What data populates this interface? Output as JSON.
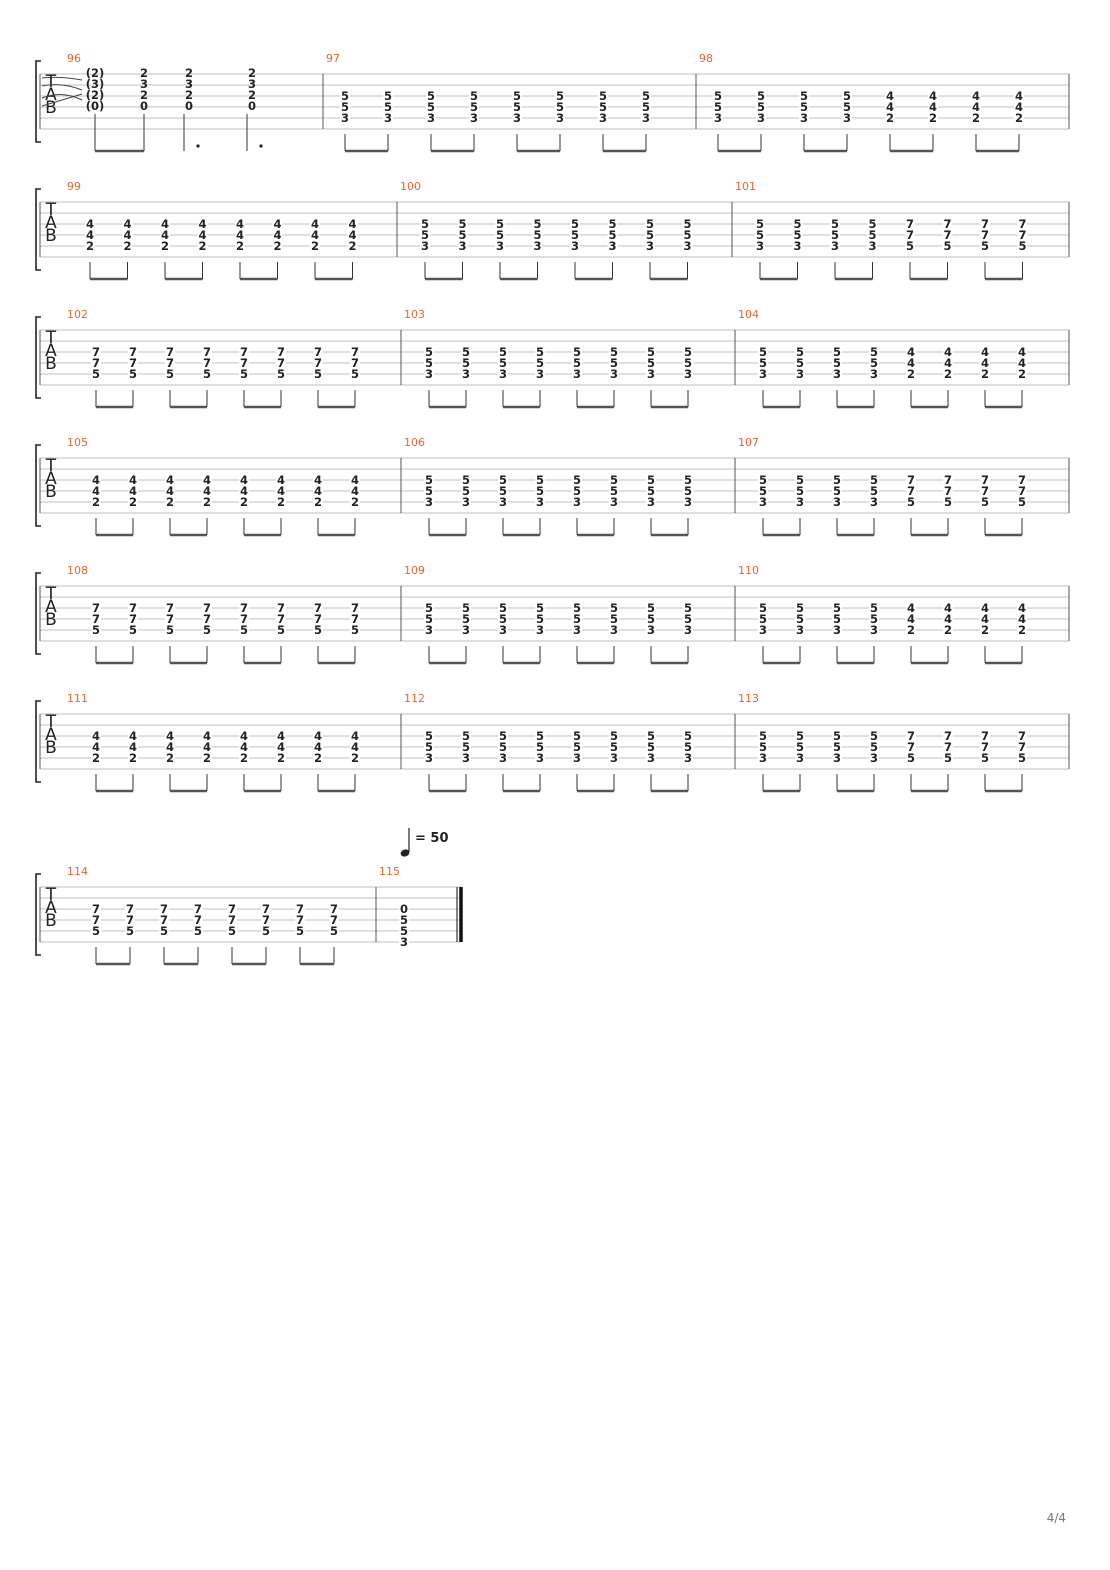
{
  "page": {
    "page_number": "4/4"
  },
  "tempo": {
    "symbol": "quarter-note-icon",
    "label": "= 50"
  },
  "clef": [
    "T",
    "A",
    "B"
  ],
  "systems": [
    {
      "measures": [
        {
          "number": "96",
          "kind": "intro",
          "chords": [
            [
              "(2)",
              "(3)",
              "(2)",
              "(0)"
            ],
            [
              "2",
              "3",
              "2",
              "0"
            ],
            [
              "2",
              "3",
              "2",
              "0"
            ],
            [
              "2",
              "3",
              "2",
              "0"
            ]
          ]
        },
        {
          "number": "97",
          "kind": "eighths",
          "chords": [
            [
              "5",
              "5",
              "3"
            ],
            [
              "5",
              "5",
              "3"
            ],
            [
              "5",
              "5",
              "3"
            ],
            [
              "5",
              "5",
              "3"
            ],
            [
              "5",
              "5",
              "3"
            ],
            [
              "5",
              "5",
              "3"
            ],
            [
              "5",
              "5",
              "3"
            ],
            [
              "5",
              "5",
              "3"
            ]
          ]
        },
        {
          "number": "98",
          "kind": "eighths",
          "chords": [
            [
              "5",
              "5",
              "3"
            ],
            [
              "5",
              "5",
              "3"
            ],
            [
              "5",
              "5",
              "3"
            ],
            [
              "5",
              "5",
              "3"
            ],
            [
              "4",
              "4",
              "2"
            ],
            [
              "4",
              "4",
              "2"
            ],
            [
              "4",
              "4",
              "2"
            ],
            [
              "4",
              "4",
              "2"
            ]
          ]
        }
      ]
    },
    {
      "measures": [
        {
          "number": "99",
          "kind": "eighths",
          "chords": [
            [
              "4",
              "4",
              "2"
            ],
            [
              "4",
              "4",
              "2"
            ],
            [
              "4",
              "4",
              "2"
            ],
            [
              "4",
              "4",
              "2"
            ],
            [
              "4",
              "4",
              "2"
            ],
            [
              "4",
              "4",
              "2"
            ],
            [
              "4",
              "4",
              "2"
            ],
            [
              "4",
              "4",
              "2"
            ]
          ]
        },
        {
          "number": "100",
          "kind": "eighths",
          "chords": [
            [
              "5",
              "5",
              "3"
            ],
            [
              "5",
              "5",
              "3"
            ],
            [
              "5",
              "5",
              "3"
            ],
            [
              "5",
              "5",
              "3"
            ],
            [
              "5",
              "5",
              "3"
            ],
            [
              "5",
              "5",
              "3"
            ],
            [
              "5",
              "5",
              "3"
            ],
            [
              "5",
              "5",
              "3"
            ]
          ]
        },
        {
          "number": "101",
          "kind": "eighths",
          "chords": [
            [
              "5",
              "5",
              "3"
            ],
            [
              "5",
              "5",
              "3"
            ],
            [
              "5",
              "5",
              "3"
            ],
            [
              "5",
              "5",
              "3"
            ],
            [
              "7",
              "7",
              "5"
            ],
            [
              "7",
              "7",
              "5"
            ],
            [
              "7",
              "7",
              "5"
            ],
            [
              "7",
              "7",
              "5"
            ]
          ]
        }
      ]
    },
    {
      "measures": [
        {
          "number": "102",
          "kind": "eighths",
          "chords": [
            [
              "7",
              "7",
              "5"
            ],
            [
              "7",
              "7",
              "5"
            ],
            [
              "7",
              "7",
              "5"
            ],
            [
              "7",
              "7",
              "5"
            ],
            [
              "7",
              "7",
              "5"
            ],
            [
              "7",
              "7",
              "5"
            ],
            [
              "7",
              "7",
              "5"
            ],
            [
              "7",
              "7",
              "5"
            ]
          ]
        },
        {
          "number": "103",
          "kind": "eighths",
          "chords": [
            [
              "5",
              "5",
              "3"
            ],
            [
              "5",
              "5",
              "3"
            ],
            [
              "5",
              "5",
              "3"
            ],
            [
              "5",
              "5",
              "3"
            ],
            [
              "5",
              "5",
              "3"
            ],
            [
              "5",
              "5",
              "3"
            ],
            [
              "5",
              "5",
              "3"
            ],
            [
              "5",
              "5",
              "3"
            ]
          ]
        },
        {
          "number": "104",
          "kind": "eighths",
          "chords": [
            [
              "5",
              "5",
              "3"
            ],
            [
              "5",
              "5",
              "3"
            ],
            [
              "5",
              "5",
              "3"
            ],
            [
              "5",
              "5",
              "3"
            ],
            [
              "4",
              "4",
              "2"
            ],
            [
              "4",
              "4",
              "2"
            ],
            [
              "4",
              "4",
              "2"
            ],
            [
              "4",
              "4",
              "2"
            ]
          ]
        }
      ]
    },
    {
      "measures": [
        {
          "number": "105",
          "kind": "eighths",
          "chords": [
            [
              "4",
              "4",
              "2"
            ],
            [
              "4",
              "4",
              "2"
            ],
            [
              "4",
              "4",
              "2"
            ],
            [
              "4",
              "4",
              "2"
            ],
            [
              "4",
              "4",
              "2"
            ],
            [
              "4",
              "4",
              "2"
            ],
            [
              "4",
              "4",
              "2"
            ],
            [
              "4",
              "4",
              "2"
            ]
          ]
        },
        {
          "number": "106",
          "kind": "eighths",
          "chords": [
            [
              "5",
              "5",
              "3"
            ],
            [
              "5",
              "5",
              "3"
            ],
            [
              "5",
              "5",
              "3"
            ],
            [
              "5",
              "5",
              "3"
            ],
            [
              "5",
              "5",
              "3"
            ],
            [
              "5",
              "5",
              "3"
            ],
            [
              "5",
              "5",
              "3"
            ],
            [
              "5",
              "5",
              "3"
            ]
          ]
        },
        {
          "number": "107",
          "kind": "eighths",
          "chords": [
            [
              "5",
              "5",
              "3"
            ],
            [
              "5",
              "5",
              "3"
            ],
            [
              "5",
              "5",
              "3"
            ],
            [
              "5",
              "5",
              "3"
            ],
            [
              "7",
              "7",
              "5"
            ],
            [
              "7",
              "7",
              "5"
            ],
            [
              "7",
              "7",
              "5"
            ],
            [
              "7",
              "7",
              "5"
            ]
          ]
        }
      ]
    },
    {
      "measures": [
        {
          "number": "108",
          "kind": "eighths",
          "chords": [
            [
              "7",
              "7",
              "5"
            ],
            [
              "7",
              "7",
              "5"
            ],
            [
              "7",
              "7",
              "5"
            ],
            [
              "7",
              "7",
              "5"
            ],
            [
              "7",
              "7",
              "5"
            ],
            [
              "7",
              "7",
              "5"
            ],
            [
              "7",
              "7",
              "5"
            ],
            [
              "7",
              "7",
              "5"
            ]
          ]
        },
        {
          "number": "109",
          "kind": "eighths",
          "chords": [
            [
              "5",
              "5",
              "3"
            ],
            [
              "5",
              "5",
              "3"
            ],
            [
              "5",
              "5",
              "3"
            ],
            [
              "5",
              "5",
              "3"
            ],
            [
              "5",
              "5",
              "3"
            ],
            [
              "5",
              "5",
              "3"
            ],
            [
              "5",
              "5",
              "3"
            ],
            [
              "5",
              "5",
              "3"
            ]
          ]
        },
        {
          "number": "110",
          "kind": "eighths",
          "chords": [
            [
              "5",
              "5",
              "3"
            ],
            [
              "5",
              "5",
              "3"
            ],
            [
              "5",
              "5",
              "3"
            ],
            [
              "5",
              "5",
              "3"
            ],
            [
              "4",
              "4",
              "2"
            ],
            [
              "4",
              "4",
              "2"
            ],
            [
              "4",
              "4",
              "2"
            ],
            [
              "4",
              "4",
              "2"
            ]
          ]
        }
      ]
    },
    {
      "measures": [
        {
          "number": "111",
          "kind": "eighths",
          "chords": [
            [
              "4",
              "4",
              "2"
            ],
            [
              "4",
              "4",
              "2"
            ],
            [
              "4",
              "4",
              "2"
            ],
            [
              "4",
              "4",
              "2"
            ],
            [
              "4",
              "4",
              "2"
            ],
            [
              "4",
              "4",
              "2"
            ],
            [
              "4",
              "4",
              "2"
            ],
            [
              "4",
              "4",
              "2"
            ]
          ]
        },
        {
          "number": "112",
          "kind": "eighths",
          "chords": [
            [
              "5",
              "5",
              "3"
            ],
            [
              "5",
              "5",
              "3"
            ],
            [
              "5",
              "5",
              "3"
            ],
            [
              "5",
              "5",
              "3"
            ],
            [
              "5",
              "5",
              "3"
            ],
            [
              "5",
              "5",
              "3"
            ],
            [
              "5",
              "5",
              "3"
            ],
            [
              "5",
              "5",
              "3"
            ]
          ]
        },
        {
          "number": "113",
          "kind": "eighths",
          "chords": [
            [
              "5",
              "5",
              "3"
            ],
            [
              "5",
              "5",
              "3"
            ],
            [
              "5",
              "5",
              "3"
            ],
            [
              "5",
              "5",
              "3"
            ],
            [
              "7",
              "7",
              "5"
            ],
            [
              "7",
              "7",
              "5"
            ],
            [
              "7",
              "7",
              "5"
            ],
            [
              "7",
              "7",
              "5"
            ]
          ]
        }
      ]
    },
    {
      "measures": [
        {
          "number": "114",
          "kind": "eighths",
          "chords": [
            [
              "7",
              "7",
              "5"
            ],
            [
              "7",
              "7",
              "5"
            ],
            [
              "7",
              "7",
              "5"
            ],
            [
              "7",
              "7",
              "5"
            ],
            [
              "7",
              "7",
              "5"
            ],
            [
              "7",
              "7",
              "5"
            ],
            [
              "7",
              "7",
              "5"
            ],
            [
              "7",
              "7",
              "5"
            ]
          ]
        },
        {
          "number": "115",
          "kind": "final",
          "chords": [
            [
              "0",
              "5",
              "5",
              "3"
            ]
          ]
        }
      ]
    }
  ]
}
